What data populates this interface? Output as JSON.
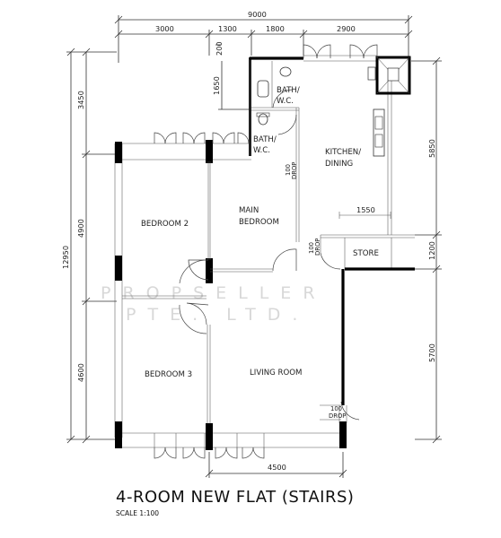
{
  "dimensions": {
    "top_total": "9000",
    "top_1": "3000",
    "top_2": "1300",
    "top_3": "1800",
    "top_4": "2900",
    "top_small": "200",
    "left_total": "12950",
    "left_1": "3450",
    "left_2": "4900",
    "left_3": "4600",
    "bath_height": "1650",
    "right_1": "5850",
    "right_2": "1200",
    "right_3": "5700",
    "inner_1550": "1550",
    "bottom": "4500"
  },
  "rooms": {
    "bath1_a": "BATH/",
    "bath1_b": "W.C.",
    "bath2_a": "BATH/",
    "bath2_b": "W.C.",
    "kitchen_a": "KITCHEN/",
    "kitchen_b": "DINING",
    "bedroom2": "BEDROOM 2",
    "main_a": "MAIN",
    "main_b": "BEDROOM",
    "store": "STORE",
    "bedroom3": "BEDROOM 3",
    "living": "LIVING ROOM"
  },
  "drops": {
    "drop1_a": "100",
    "drop1_b": "DROP",
    "drop2_a": "100",
    "drop2_b": "DROP",
    "drop3_a": "100",
    "drop3_b": "DROP"
  },
  "watermark": {
    "line1": "PROPSELLER",
    "line2": "PTE. LTD."
  },
  "title": "4-ROOM NEW FLAT (STAIRS)",
  "scale": "SCALE   1:100"
}
